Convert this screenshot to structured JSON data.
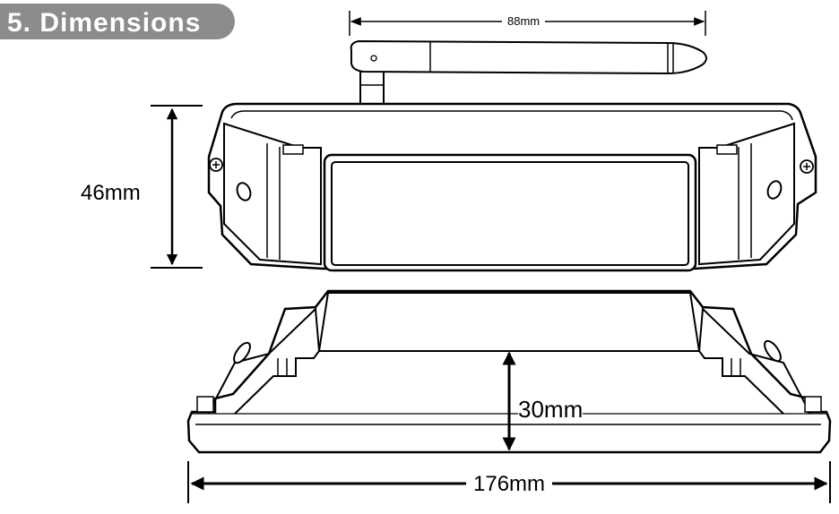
{
  "section": {
    "title": "5. Dimensions",
    "badge_color": "#8c8c8c"
  },
  "dimensions": {
    "antenna_length": "88mm",
    "height_top_view": "46mm",
    "height_side_view": "30mm",
    "overall_length": "176mm"
  }
}
